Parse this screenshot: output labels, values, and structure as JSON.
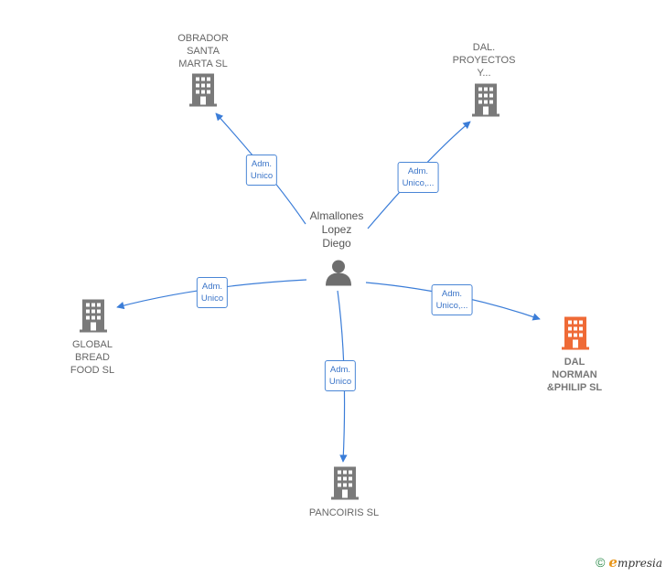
{
  "colors": {
    "edge": "#3b7dd8",
    "building": "#7a7a7a",
    "building_highlight": "#ef6a36",
    "person": "#6e6e6e"
  },
  "person": {
    "name": "Almallones\nLopez\nDiego",
    "icon": "person-icon"
  },
  "companies": [
    {
      "id": "obrador",
      "name": "OBRADOR\nSANTA\nMARTA SL",
      "icon": "building-icon",
      "highlight": false
    },
    {
      "id": "dal-proyectos",
      "name": "DAL.\nPROYECTOS\nY...",
      "icon": "building-icon",
      "highlight": false
    },
    {
      "id": "global-bread",
      "name": "GLOBAL\nBREAD\nFOOD  SL",
      "icon": "building-icon",
      "highlight": false
    },
    {
      "id": "dal-norman",
      "name": "DAL\nNORMAN\n&PHILIP  SL",
      "icon": "building-icon",
      "highlight": true
    },
    {
      "id": "pancoiris",
      "name": "PANCOIRIS SL",
      "icon": "building-icon",
      "highlight": false
    }
  ],
  "edges": [
    {
      "to": "obrador",
      "label": "Adm.\nUnico"
    },
    {
      "to": "dal-proyectos",
      "label": "Adm.\nUnico,..."
    },
    {
      "to": "global-bread",
      "label": "Adm.\nUnico"
    },
    {
      "to": "dal-norman",
      "label": "Adm.\nUnico,..."
    },
    {
      "to": "pancoiris",
      "label": "Adm.\nUnico"
    }
  ],
  "footer": {
    "copyright_symbol": "©",
    "brand_first": "e",
    "brand_rest": "mpresia"
  }
}
